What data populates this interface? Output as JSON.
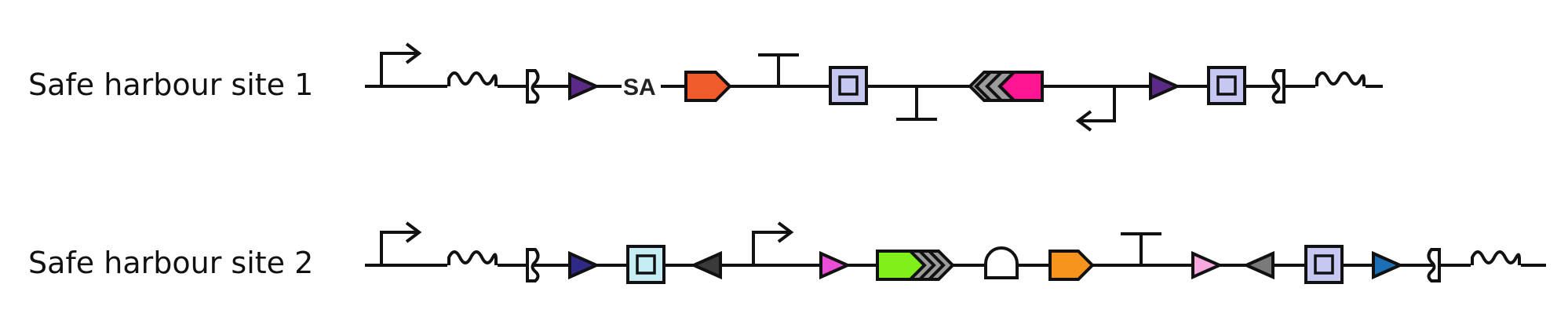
{
  "rows": [
    {
      "label": "Safe harbour site 1",
      "parts": [
        {
          "name": "promoter-forward-icon"
        },
        {
          "name": "polya-signal-icon"
        },
        {
          "name": "insulator-left-icon"
        },
        {
          "name": "recombination-site-icon",
          "color": "#5b2a86"
        },
        {
          "name": "splice-acceptor-label",
          "text": "SA"
        },
        {
          "name": "cds-icon",
          "color": "#f15a2b"
        },
        {
          "name": "terminator-forward-icon"
        },
        {
          "name": "protein-stability-element-icon",
          "color": "#c7c8f2"
        },
        {
          "name": "terminator-reverse-icon"
        },
        {
          "name": "cds-reverse-with-tag-icon",
          "color": "#ff1493",
          "tag_color": "#9b9b9b"
        },
        {
          "name": "promoter-reverse-icon"
        },
        {
          "name": "recombination-site-icon",
          "color": "#5b2a86"
        },
        {
          "name": "protein-stability-element-icon",
          "color": "#c7c8f2"
        },
        {
          "name": "insulator-right-icon"
        },
        {
          "name": "polya-signal-icon"
        }
      ]
    },
    {
      "label": "Safe harbour site 2",
      "parts": [
        {
          "name": "promoter-forward-icon"
        },
        {
          "name": "polya-signal-icon"
        },
        {
          "name": "insulator-left-icon"
        },
        {
          "name": "recombination-site-icon",
          "color": "#2e2a86"
        },
        {
          "name": "protein-stability-element-icon",
          "color": "#c6ecf4"
        },
        {
          "name": "recombination-site-reverse-icon",
          "color": "#3a3a3a"
        },
        {
          "name": "promoter-forward-icon"
        },
        {
          "name": "recombination-site-icon",
          "color": "#e84fd6"
        },
        {
          "name": "cds-with-tag-icon",
          "color": "#80f01a",
          "tag_color": "#9b9b9b"
        },
        {
          "name": "ribosome-binding-site-icon"
        },
        {
          "name": "cds-icon",
          "color": "#f7941d"
        },
        {
          "name": "terminator-forward-icon"
        },
        {
          "name": "recombination-site-icon",
          "color": "#f7a8e0"
        },
        {
          "name": "recombination-site-reverse-icon",
          "color": "#7a7a7a"
        },
        {
          "name": "protein-stability-element-icon",
          "color": "#c7c8f2"
        },
        {
          "name": "recombination-site-icon",
          "color": "#1b6fb5"
        },
        {
          "name": "insulator-right-icon"
        },
        {
          "name": "polya-signal-icon"
        }
      ]
    }
  ]
}
